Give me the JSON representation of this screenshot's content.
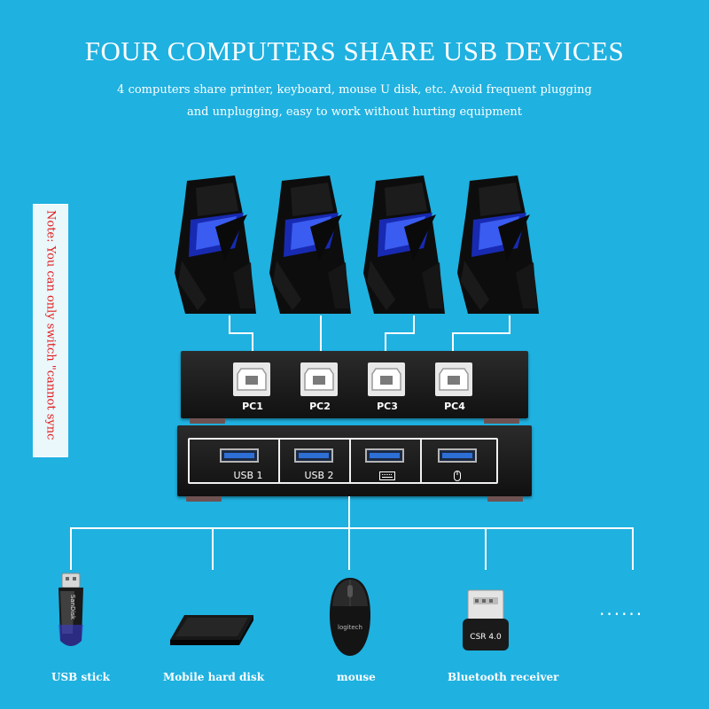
{
  "header": {
    "title": "FOUR COMPUTERS SHARE USB DEVICES",
    "subtitle_line1": "4 computers share printer, keyboard, mouse U disk, etc. Avoid frequent plugging",
    "subtitle_line2": "and unplugging, easy to work without hurting equipment"
  },
  "note": "Note: You can only switch \"cannot sync",
  "switch": {
    "pc_ports": [
      "PC1",
      "PC2",
      "PC3",
      "PC4"
    ],
    "usb_ports": [
      {
        "label": "USB 1",
        "icon": ""
      },
      {
        "label": "USB 2",
        "icon": ""
      },
      {
        "label": "",
        "icon": "keyboard-icon"
      },
      {
        "label": "",
        "icon": "mouse-icon"
      }
    ]
  },
  "devices": [
    {
      "label": "USB stick",
      "icon": "usb-stick-icon"
    },
    {
      "label": "Mobile hard disk",
      "icon": "hard-disk-icon"
    },
    {
      "label": "mouse",
      "icon": "mouse-icon"
    },
    {
      "label": "Bluetooth receiver",
      "icon": "bluetooth-receiver-icon"
    }
  ],
  "device_brands": {
    "usb_stick": "SanDisk",
    "mouse": "logitech",
    "bluetooth": "CSR 4.0"
  },
  "more_indicator": "......",
  "colors": {
    "background": "#1fb1e0",
    "note_text": "#e21d1d",
    "accent_blue": "#2340d8"
  }
}
